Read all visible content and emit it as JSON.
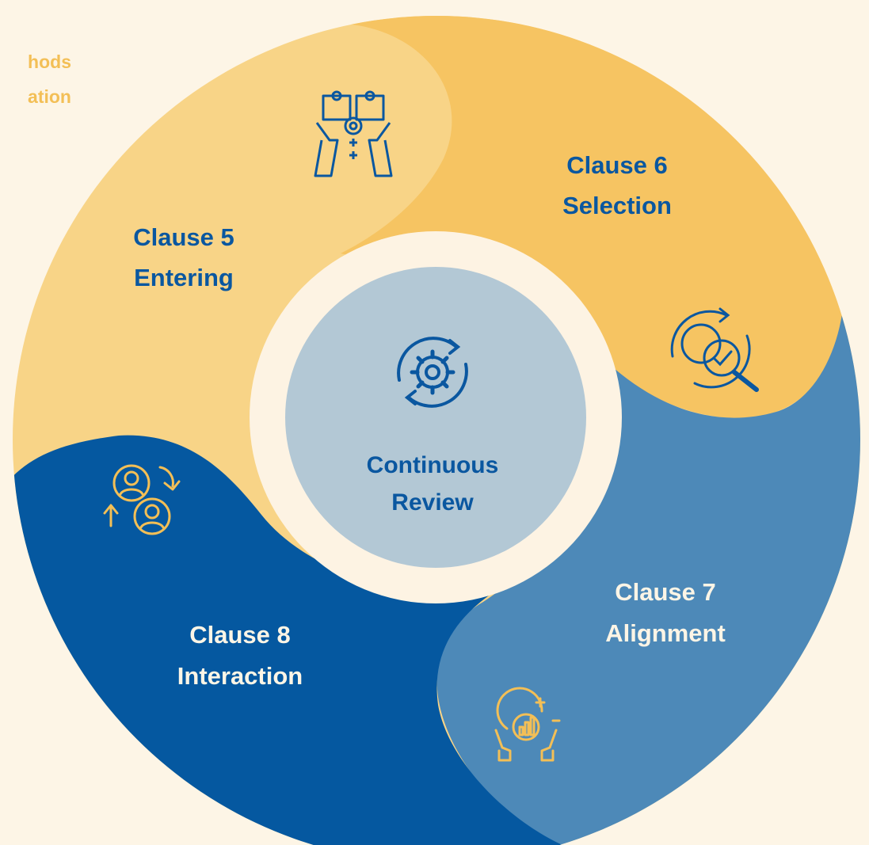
{
  "corner_text": {
    "line1": "hods",
    "line2": "ation"
  },
  "center": {
    "line1": "Continuous",
    "line2": "Review",
    "icon": "gear-cycle-icon"
  },
  "segments": [
    {
      "id": "clause5",
      "line1": "Clause 5",
      "line2": "Entering",
      "icon": "puzzle-hands-icon",
      "color": "#f8d487"
    },
    {
      "id": "clause6",
      "line1": "Clause 6",
      "line2": "Selection",
      "icon": "gear-search-check-icon",
      "color": "#f6c462"
    },
    {
      "id": "clause7",
      "line1": "Clause 7",
      "line2": "Alignment",
      "icon": "growth-chart-hands-icon",
      "color": "#4d89b8"
    },
    {
      "id": "clause8",
      "line1": "Clause 8",
      "line2": "Interaction",
      "icon": "user-exchange-icon",
      "color": "#0558a0"
    }
  ],
  "colors": {
    "background": "#fdf5e6",
    "text_dark": "#0a57a0",
    "text_light": "#fdf5e6",
    "ring": "#fdf3e3",
    "center_fill": "#b3c8d5",
    "icon_gold": "#f3bf56"
  }
}
